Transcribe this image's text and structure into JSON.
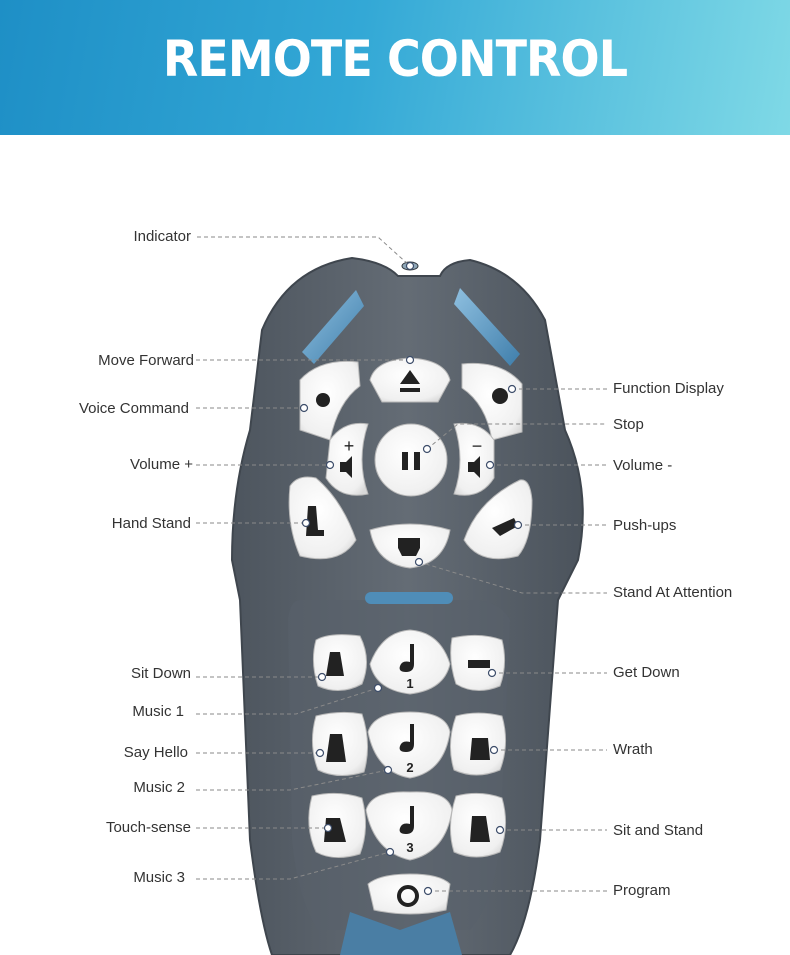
{
  "banner": {
    "title": "REMOTE CONTROL"
  },
  "labels": {
    "indicator": "Indicator",
    "move_forward": "Move Forward",
    "voice_command": "Voice Command",
    "volume_plus": "Volume +",
    "hand_stand": "Hand Stand",
    "function_display": "Function Display",
    "stop": "Stop",
    "volume_minus": "Volume -",
    "push_ups": "Push-ups",
    "stand_at_attention": "Stand At Attention",
    "sit_down": "Sit Down",
    "music_1": "Music 1",
    "say_hello": "Say Hello",
    "music_2": "Music 2",
    "touch_sense": "Touch-sense",
    "music_3": "Music 3",
    "get_down": "Get Down",
    "wrath": "Wrath",
    "sit_and_stand": "Sit and Stand",
    "program": "Program"
  },
  "buttons": {
    "music_1_number": "1",
    "music_2_number": "2",
    "music_3_number": "3",
    "volume_plus_sign": "+",
    "volume_minus_sign": "−"
  },
  "colors": {
    "body": "#5b636c",
    "body_edge": "#48505a",
    "button": "#f4f4f4",
    "button_shadow": "#c9c9c9",
    "accent_blue": "#4f8db8",
    "line": "#8a8a8a"
  }
}
